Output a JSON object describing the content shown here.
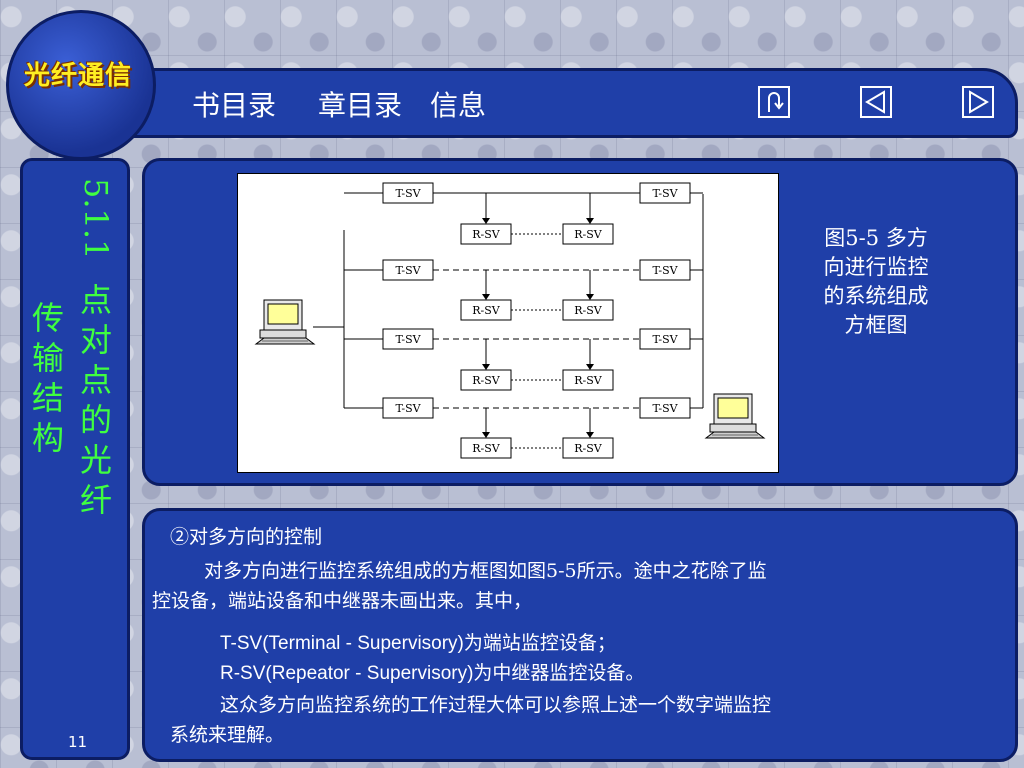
{
  "logo": {
    "text": "光纤通信"
  },
  "nav": {
    "book_toc": "书目录",
    "chapter_toc": "章目录",
    "info": "信息",
    "return_icon": "return-arrow-icon",
    "prev_icon": "triangle-left-icon",
    "next_icon": "triangle-right-icon"
  },
  "sidebar": {
    "section_number": "5.1.1",
    "title_chars": [
      "点",
      "对",
      "点",
      "的",
      "光",
      "纤"
    ],
    "title_chars_2": [
      "传",
      "输",
      "结",
      "构"
    ],
    "page_number": "11"
  },
  "figure": {
    "caption_lines": [
      "图5-5 多方",
      "向进行监控",
      "的系统组成",
      "方框图"
    ],
    "terminal_label": "T-SV",
    "repeater_label": "R-SV",
    "rows": 4,
    "icons": [
      "computer-terminal-icon",
      "computer-terminal-icon"
    ]
  },
  "body": {
    "heading": "②对多方向的控制",
    "p1_line1": "对多方向进行监控系统组成的方框图如图5-5所示。途中之花除了监",
    "p1_line2": "控设备，端站设备和中继器未画出来。其中，",
    "def_tsv": "T-SV(Terminal - Supervisory)为端站监控设备；",
    "def_rsv": "R-SV(Repeator - Supervisory)为中继器监控设备。",
    "p2_line1": "这众多方向监控系统的工作过程大体可以参照上述一个数字端监控",
    "p2_line2": "系统来理解。"
  },
  "colors": {
    "panel_blue": "#1f3fa8",
    "panel_border": "#0c1d63",
    "accent_green": "#3fff3f",
    "logo_yellow": "#ffee22"
  }
}
